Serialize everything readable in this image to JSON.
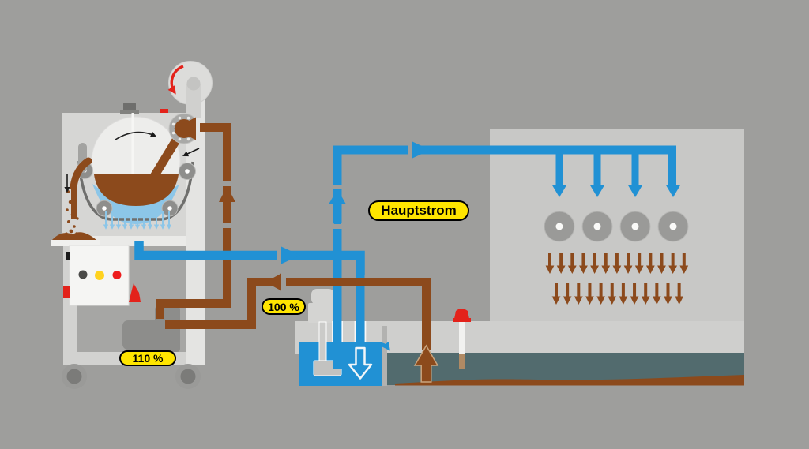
{
  "diagram": {
    "title": "Coolant filtration flow diagram",
    "labels": {
      "main_flow": "Hauptstrom",
      "flow_rate_main": "100 %",
      "flow_rate_filter": "110 %"
    },
    "colors": {
      "clean_coolant": "#2191d4",
      "filtrate": "#8cc6e8",
      "dirty_coolant": "#8c4a1c",
      "tank_water": "#526b6e",
      "badge": "#ffe500",
      "alert": "#e3221a",
      "indicator_yellow": "#ffd21e",
      "background": "#9e9e9c"
    },
    "filter_unit": {
      "indicator_lights": [
        "gray",
        "yellow",
        "red"
      ],
      "filtrate_droplet_count": 11
    },
    "machine_unit": {
      "nozzle_count": 4,
      "grinding_wheel_count": 4,
      "spray_arrow_rows": [
        13,
        12
      ]
    }
  }
}
